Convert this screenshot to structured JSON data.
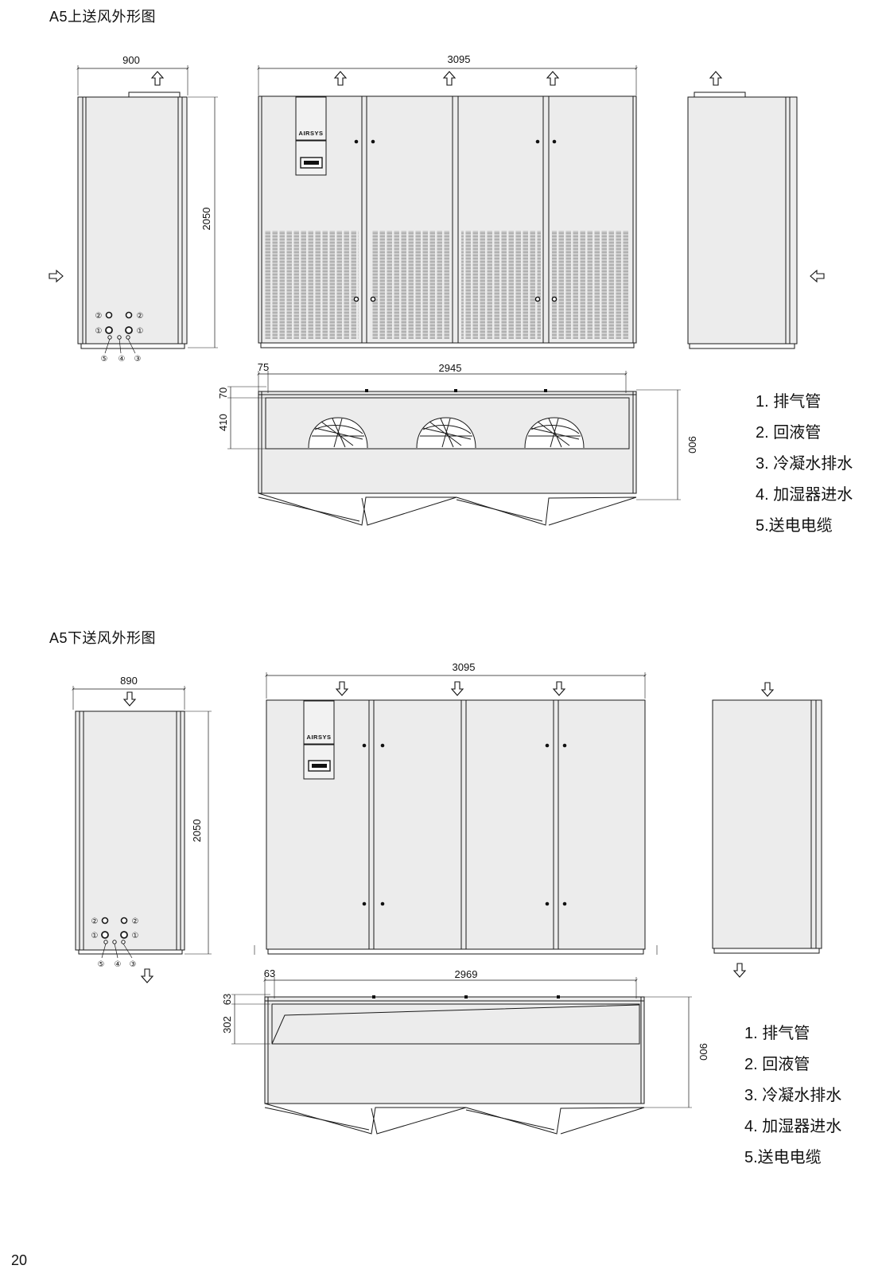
{
  "sections": [
    {
      "id": "top",
      "title": "A5上送风外形图",
      "dims": {
        "side_width": "900",
        "front_width": "3095",
        "height": "2050",
        "plan_offset": "75",
        "plan_width": "2945",
        "plan_top_margin": "70",
        "plan_fan_depth": "410",
        "plan_depth": "900"
      },
      "connections": {
        "c1": "①",
        "c2": "②",
        "c3": "③",
        "c4": "④",
        "c5": "⑤"
      },
      "logo": "AIRSYS",
      "legend": [
        "1. 排气管",
        "2. 回液管",
        "3. 冷凝水排水",
        "4. 加湿器进水",
        "5.送电电缆"
      ]
    },
    {
      "id": "bottom",
      "title": "A5下送风外形图",
      "dims": {
        "side_width": "890",
        "front_width": "3095",
        "height": "2050",
        "plan_offset": "63",
        "plan_width": "2969",
        "plan_top_margin": "63",
        "plan_fan_depth": "302",
        "plan_depth": "900"
      },
      "connections": {
        "c1": "①",
        "c2": "②",
        "c3": "③",
        "c4": "④",
        "c5": "⑤"
      },
      "logo": "AIRSYS",
      "legend": [
        "1. 排气管",
        "2. 回液管",
        "3. 冷凝水排水",
        "4. 加湿器进水",
        "5.送电电缆"
      ]
    }
  ],
  "page_number": "20",
  "colors": {
    "panel_fill": "#ececec",
    "line": "#1a1a1a",
    "grille": "#8a8a8a"
  },
  "icons": [
    "air-up-arrow-icon",
    "air-down-arrow-icon",
    "air-right-arrow-icon",
    "air-left-arrow-icon"
  ]
}
